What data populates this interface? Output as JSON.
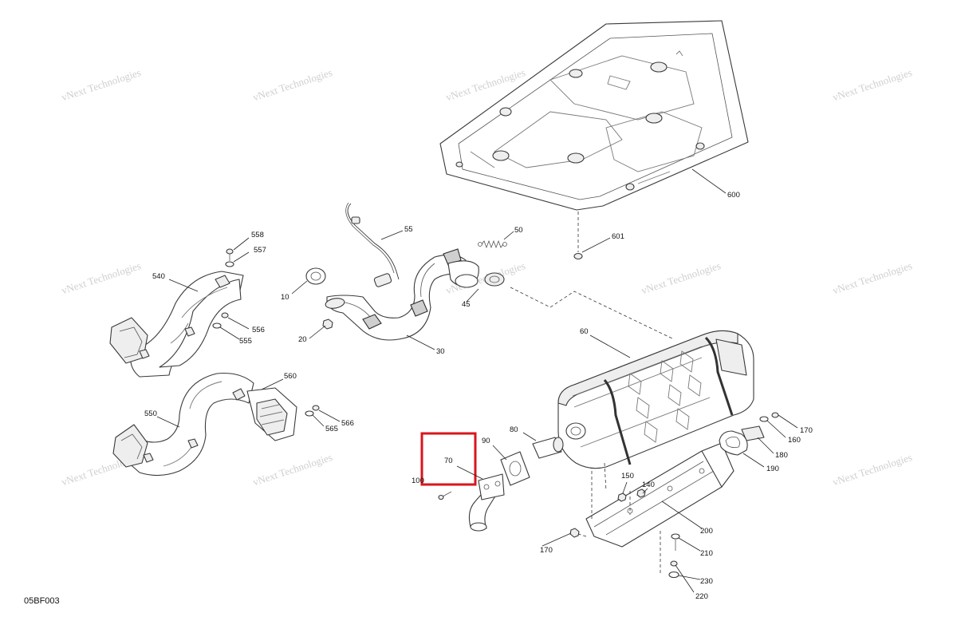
{
  "diagram": {
    "reference_code": "05BF003",
    "watermark": [
      "vNext Technologies"
    ],
    "highlight": {
      "color": "#d9161c"
    },
    "callouts": [
      {
        "id": "600",
        "label": "600"
      },
      {
        "id": "601",
        "label": "601"
      },
      {
        "id": "55",
        "label": "55"
      },
      {
        "id": "50",
        "label": "50"
      },
      {
        "id": "558",
        "label": "558"
      },
      {
        "id": "557",
        "label": "557"
      },
      {
        "id": "540",
        "label": "540"
      },
      {
        "id": "10",
        "label": "10"
      },
      {
        "id": "45",
        "label": "45"
      },
      {
        "id": "556",
        "label": "556"
      },
      {
        "id": "555",
        "label": "555"
      },
      {
        "id": "20",
        "label": "20"
      },
      {
        "id": "30",
        "label": "30"
      },
      {
        "id": "60",
        "label": "60"
      },
      {
        "id": "560",
        "label": "560"
      },
      {
        "id": "566",
        "label": "566"
      },
      {
        "id": "565",
        "label": "565"
      },
      {
        "id": "550",
        "label": "550"
      },
      {
        "id": "80",
        "label": "80"
      },
      {
        "id": "90",
        "label": "90"
      },
      {
        "id": "70",
        "label": "70"
      },
      {
        "id": "100",
        "label": "100"
      },
      {
        "id": "170a",
        "label": "170"
      },
      {
        "id": "160",
        "label": "160"
      },
      {
        "id": "180",
        "label": "180"
      },
      {
        "id": "190",
        "label": "190"
      },
      {
        "id": "150",
        "label": "150"
      },
      {
        "id": "140",
        "label": "140"
      },
      {
        "id": "200",
        "label": "200"
      },
      {
        "id": "170b",
        "label": "170"
      },
      {
        "id": "210",
        "label": "210"
      },
      {
        "id": "230",
        "label": "230"
      },
      {
        "id": "220",
        "label": "220"
      }
    ]
  }
}
